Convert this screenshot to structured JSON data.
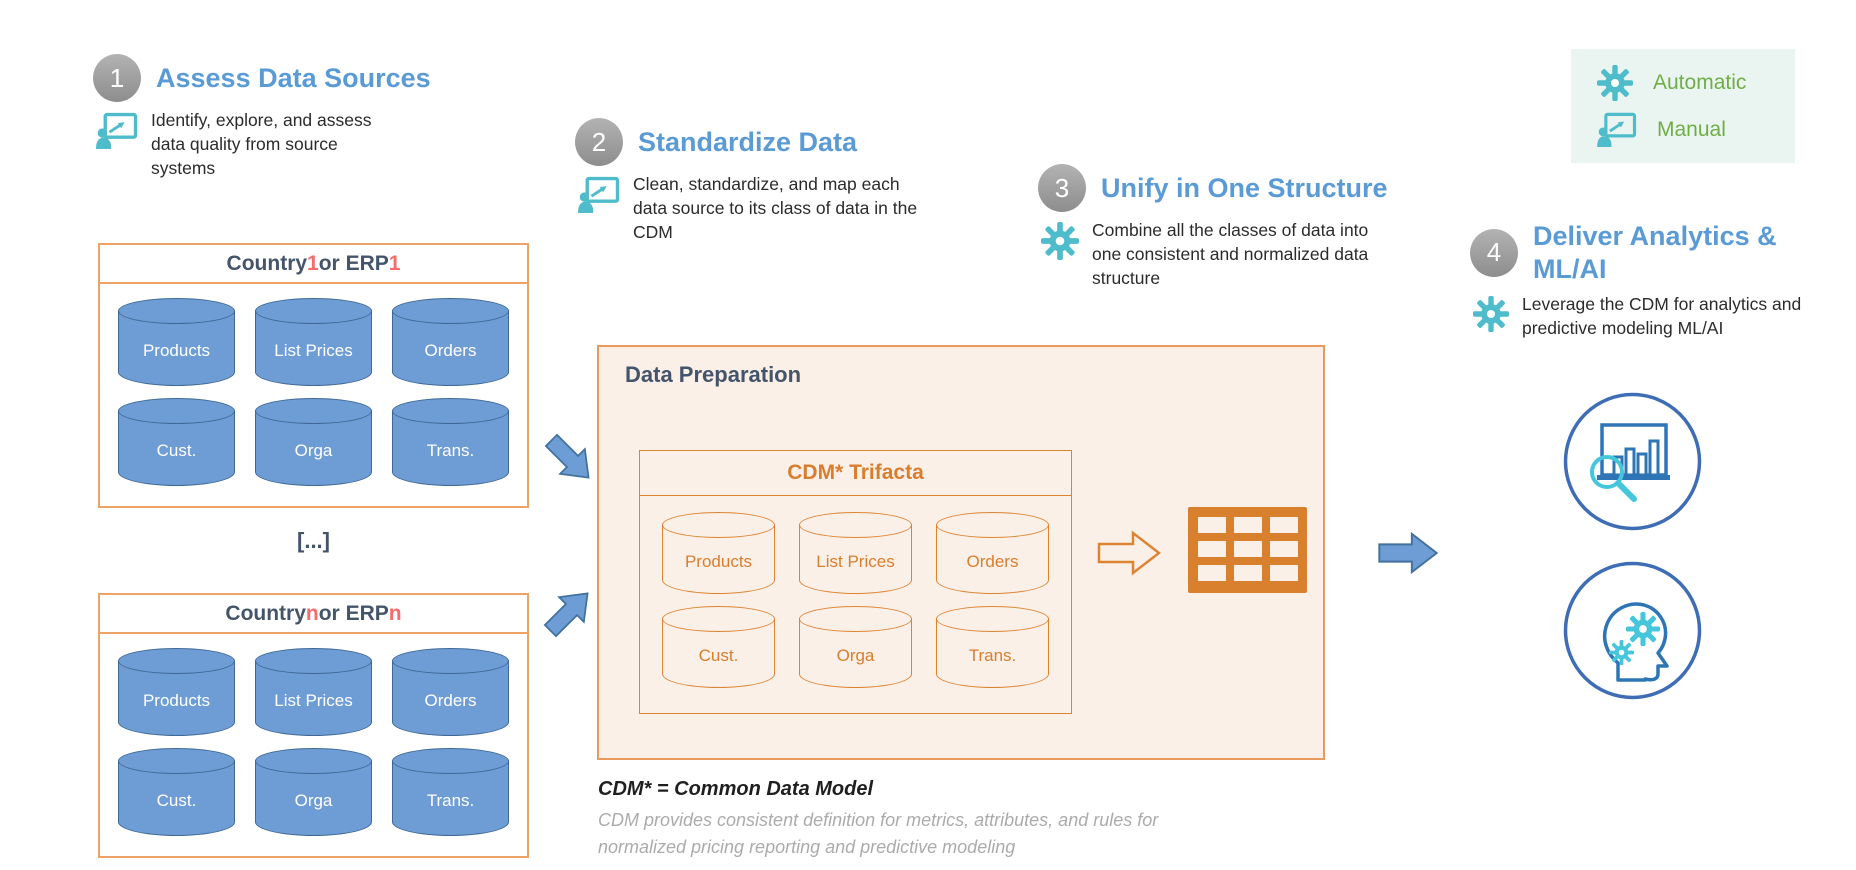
{
  "legend": {
    "automatic_label": "Automatic",
    "manual_label": "Manual"
  },
  "steps": [
    {
      "number": "1",
      "title": "Assess Data Sources",
      "description": "Identify, explore, and assess data quality from source systems",
      "mode": "manual"
    },
    {
      "number": "2",
      "title": "Standardize Data",
      "description": "Clean, standardize, and map each data source to its class of data in the CDM",
      "mode": "manual"
    },
    {
      "number": "3",
      "title": "Unify in One Structure",
      "description": "Combine all the classes of data into one consistent and normalized data structure",
      "mode": "automatic"
    },
    {
      "number": "4",
      "title": "Deliver Analytics & ML/AI",
      "description": "Leverage the CDM for analytics and predictive modeling ML/AI",
      "mode": "automatic"
    }
  ],
  "source_boxes": [
    {
      "title_segments": [
        "Country ",
        "1",
        " or ERP ",
        "1"
      ],
      "cylinders": [
        "Products",
        "List Prices",
        "Orders",
        "Cust.",
        "Orga",
        "Trans."
      ]
    },
    {
      "title_segments": [
        "Country ",
        "n",
        " or ERP ",
        "n"
      ],
      "cylinders": [
        "Products",
        "List Prices",
        "Orders",
        "Cust.",
        "Orga",
        "Trans."
      ]
    }
  ],
  "ellipsis": "[...]",
  "data_preparation": {
    "title": "Data Preparation",
    "cdm_title": "CDM* Trifacta",
    "cylinders": [
      "Products",
      "List Prices",
      "Orders",
      "Cust.",
      "Orga",
      "Trans."
    ]
  },
  "footnote": {
    "title": "CDM* = Common Data Model",
    "line1": "CDM provides consistent definition for metrics, attributes, and rules for",
    "line2": "normalized pricing reporting and predictive modeling"
  },
  "colors": {
    "accent_blue": "#5B9BD5",
    "navy": "#44546A",
    "red_accent": "#F76B6C",
    "orange_text": "#D97E2E",
    "orange_border": "#E8995C",
    "peach_fill": "#FAF0E7",
    "teal_icon": "#4FBCCB",
    "legend_green": "#70AD47",
    "legend_bg": "#EAF5F1",
    "cylinder_blue": "#6D9DD4",
    "arrow_blue": "#6D9DD4",
    "step_circle_gray": "#9E9E9E"
  }
}
